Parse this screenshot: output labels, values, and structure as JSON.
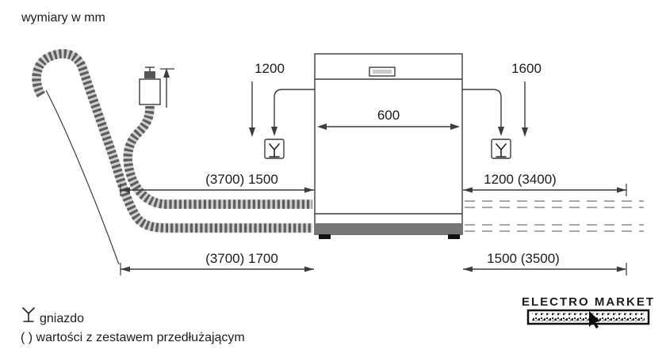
{
  "title": "wymiary w mm",
  "dimensions": {
    "cable_left": "1200",
    "cable_right": "1600",
    "appliance_width": "600",
    "supply_hose": "(3700) 1500",
    "right_upper": "1200 (3400)",
    "drain_hose": "(3700) 1700",
    "right_lower": "1500 (3500)"
  },
  "legend": {
    "socket": "gniazdo",
    "extension": "( ) wartości z zestawem przedłużającym"
  },
  "logo": {
    "title": "ELECTRO MARKET"
  },
  "colors": {
    "line": "#3c3c3c",
    "hose": "#5d5d5d",
    "text": "#1c1c1c",
    "background": "#ffffff"
  },
  "icons": {
    "socket": "socket-icon",
    "tap": "tap-icon",
    "cursor": "cursor-arrow-icon"
  }
}
